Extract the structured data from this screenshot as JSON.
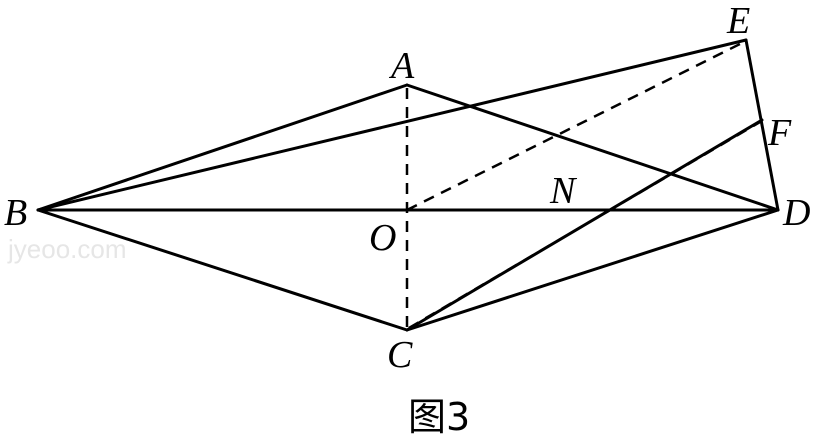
{
  "points": {
    "A": "A",
    "B": "B",
    "C": "C",
    "D": "D",
    "E": "E",
    "F": "F",
    "N": "N",
    "O": "O"
  },
  "caption": "图3",
  "watermark": "jyeoo.com"
}
